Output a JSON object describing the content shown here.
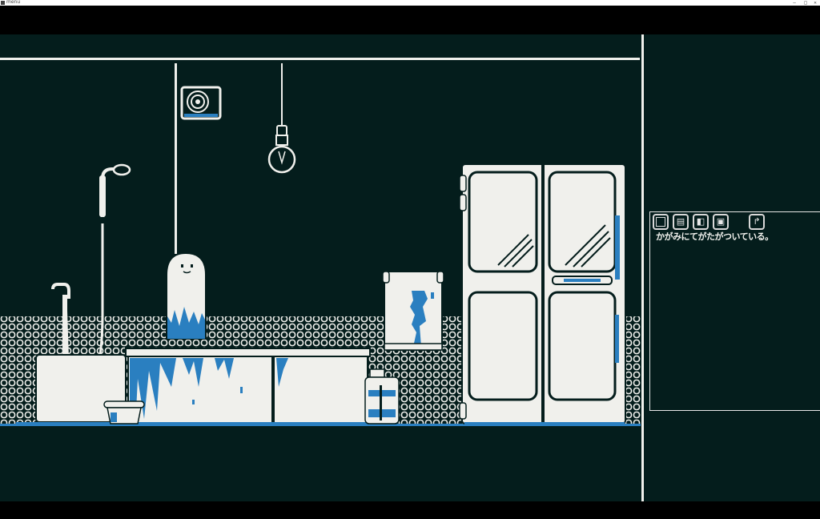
{
  "window": {
    "title": "menu"
  },
  "colors": {
    "background": "#041d1c",
    "ink": "#f0f0ec",
    "accent": "#2a7fc0",
    "letterbox": "#000000"
  },
  "message": {
    "text": "かがみにてがたがついている。"
  },
  "toolbar": {
    "buttons": [
      {
        "name": "item-box-button",
        "icon": "box-icon"
      },
      {
        "name": "memo-button",
        "icon": "memo-icon"
      },
      {
        "name": "book-button",
        "icon": "book-icon"
      },
      {
        "name": "save-button",
        "icon": "save-icon"
      }
    ],
    "next": {
      "name": "next-arrow-button",
      "icon": "curved-arrow-icon"
    }
  }
}
